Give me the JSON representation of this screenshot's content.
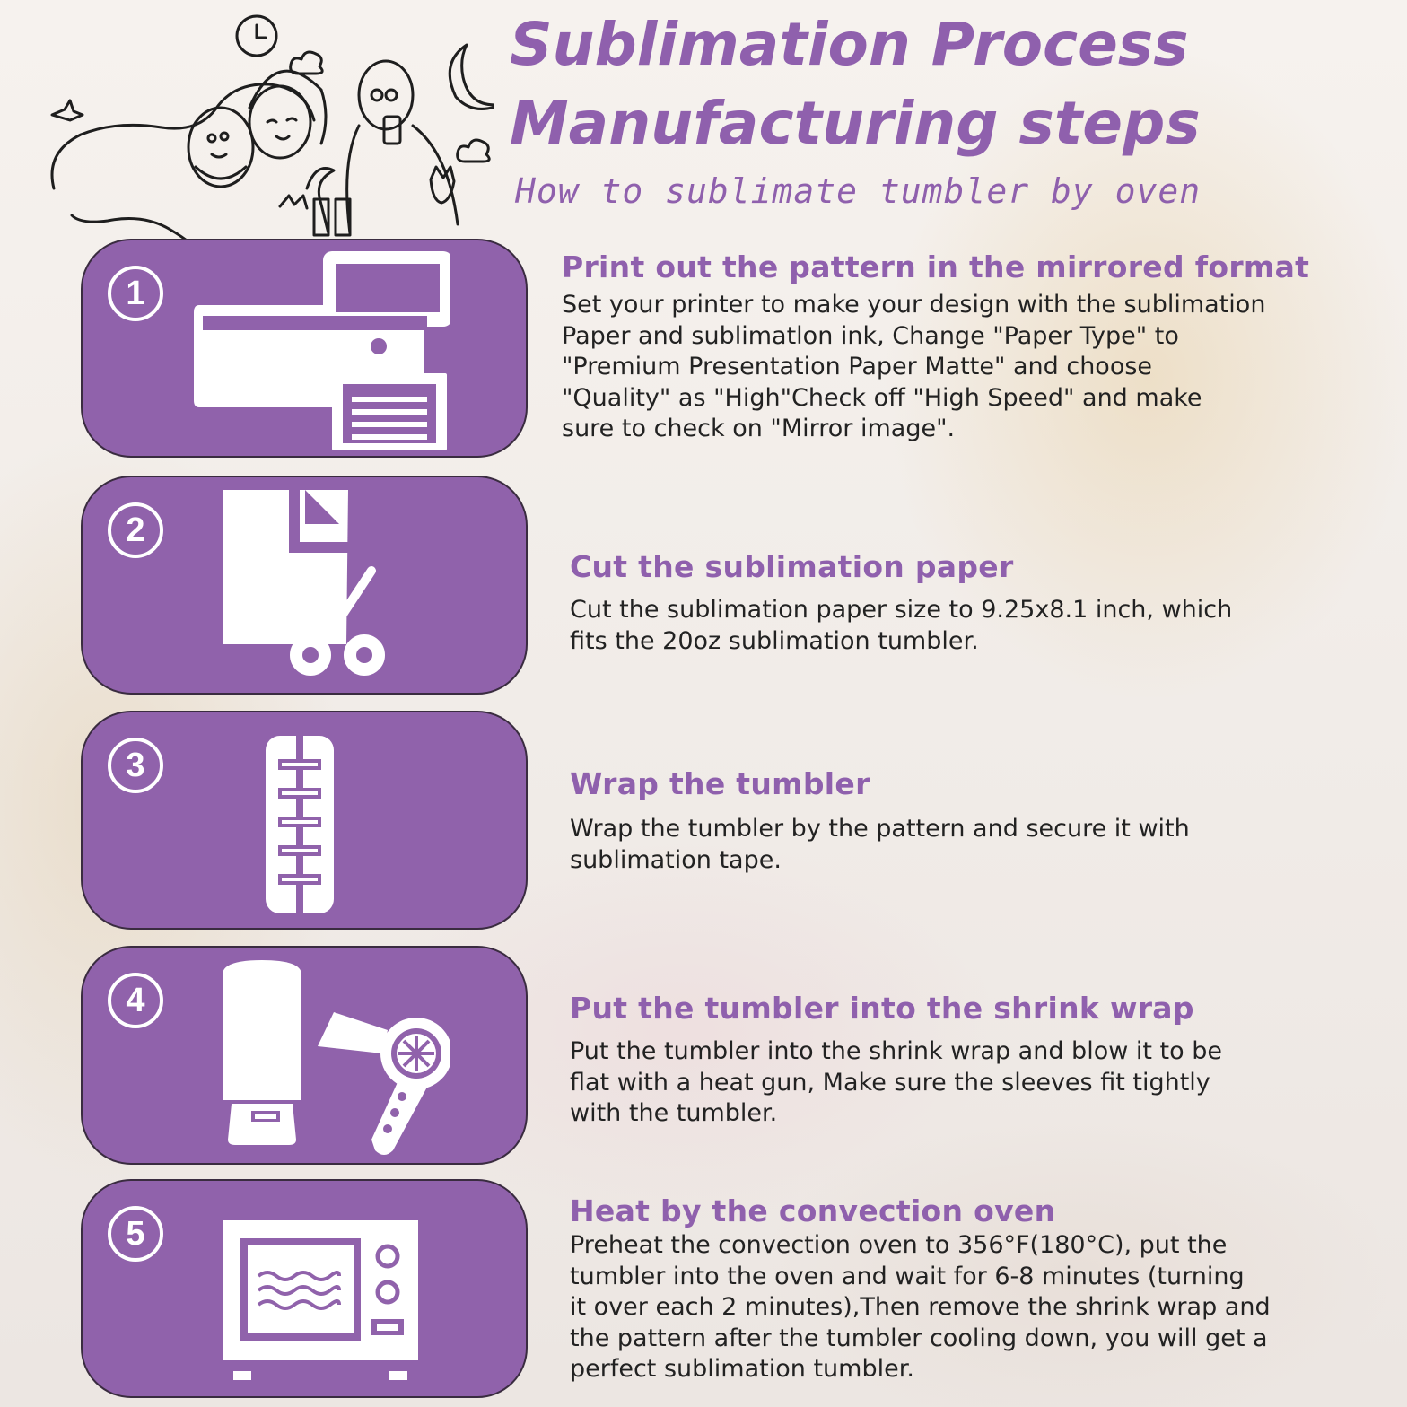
{
  "header": {
    "title_line1": "Sublimation Process",
    "title_line2": "Manufacturing steps",
    "subtitle": "How to sublimate tumbler by oven"
  },
  "steps": [
    {
      "number": "1",
      "icon": "printer-icon",
      "title": "Print out the pattern in the mirrored format",
      "body": "Set your printer to make your design with the sublimation\nPaper and sublimatlon ink, Change \"Paper Type\" to\n\"Premium Presentation Paper Matte\" and choose\n\"Quality\" as \"High\"Check off \"High Speed\" and make\nsure to check on \"Mirror image\"."
    },
    {
      "number": "2",
      "icon": "paper-scissors-icon",
      "title": "Cut the sublimation paper",
      "body": "Cut the sublimation paper size to 9.25x8.1 inch, which\nfits the 20oz sublimation tumbler."
    },
    {
      "number": "3",
      "icon": "taped-tumbler-icon",
      "title": "Wrap the tumbler",
      "body": "Wrap the tumbler by the pattern and secure it with\nsublimation tape."
    },
    {
      "number": "4",
      "icon": "shrink-wrap-hair-dryer-icon",
      "title": "Put the tumbler into the shrink wrap",
      "body": "Put the tumbler into the shrink wrap and blow it to be\nflat with a heat gun, Make sure the sleeves fit tightly\nwith the tumbler."
    },
    {
      "number": "5",
      "icon": "convection-oven-icon",
      "title": "Heat by the convection oven",
      "body": "Preheat the convection oven to 356°F(180°C), put the\ntumbler into the oven and wait for 6-8 minutes (turning\nit over each 2 minutes),Then remove the shrink wrap and\nthe pattern after the tumbler cooling down, you will get a\nperfect sublimation tumbler."
    }
  ],
  "colors": {
    "accent": "#9062ab",
    "title_text": "#8f60ad",
    "body_text": "#222222"
  }
}
